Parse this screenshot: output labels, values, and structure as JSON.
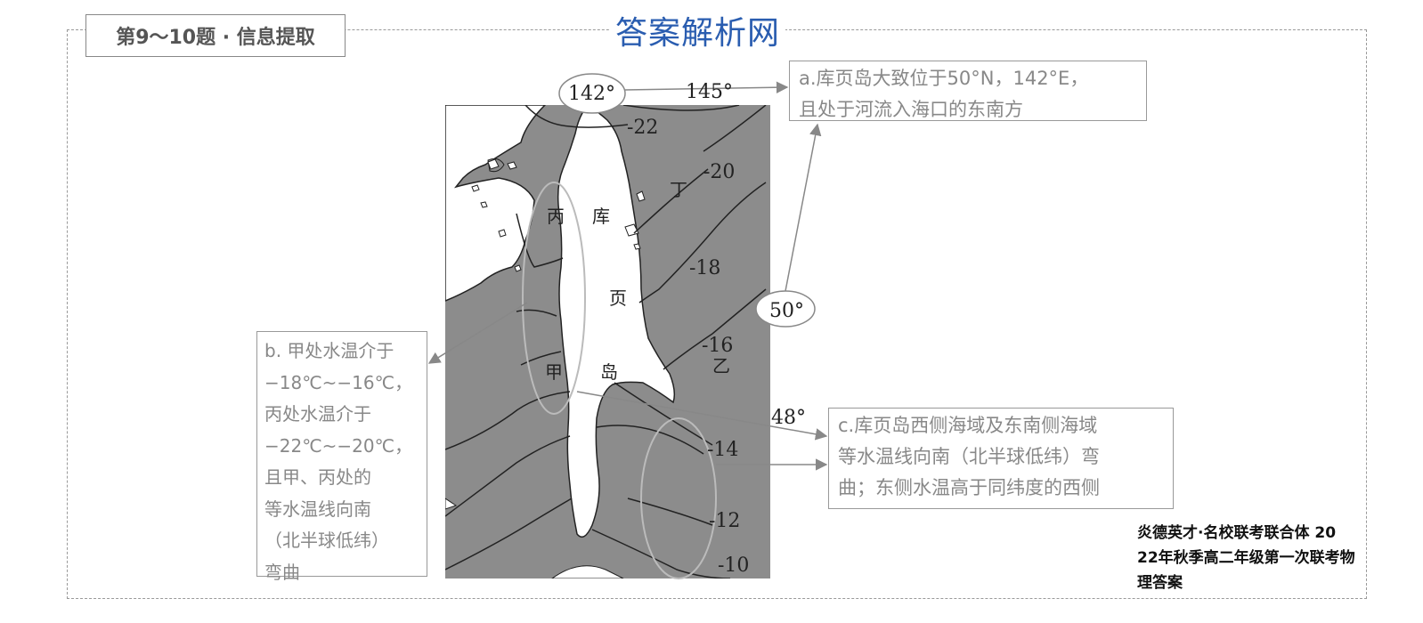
{
  "header": {
    "title": "第9～10题 · 信息提取",
    "watermark": "答案解析网"
  },
  "map": {
    "lon_142": "142°",
    "lon_145": "145°",
    "lat_50": "50°",
    "lat_48": "48°",
    "isotherms": [
      "-22",
      "-20",
      "-18",
      "-16",
      "-14",
      "-12",
      "-10"
    ],
    "place_labels": {
      "bing": "丙",
      "ding": "丁",
      "jia": "甲",
      "yi": "乙",
      "ku": "库",
      "ye": "页",
      "dao": "岛"
    }
  },
  "notes": {
    "a": [
      "a.库页岛大致位于50°N，142°E，",
      "且处于河流入海口的东南方"
    ],
    "b": [
      "b. 甲处水温介于",
      "−18℃~−16℃，",
      "丙处水温介于",
      "−22℃~−20℃，",
      "且甲、丙处的",
      "等水温线向南",
      "（北半球低纬）",
      "弯曲"
    ],
    "c": [
      "c.库页岛西侧海域及东南侧海域",
      "等水温线向南（北半球低纬）弯",
      "曲；东侧水温高于同纬度的西侧"
    ]
  },
  "source": [
    "炎德英才·名校联考联合体 20",
    "22年秋季高二年级第一次联考物",
    "理答案"
  ],
  "colors": {
    "sea": "#8c8c8c",
    "land": "#ffffff",
    "accent": "#2a5db0"
  }
}
